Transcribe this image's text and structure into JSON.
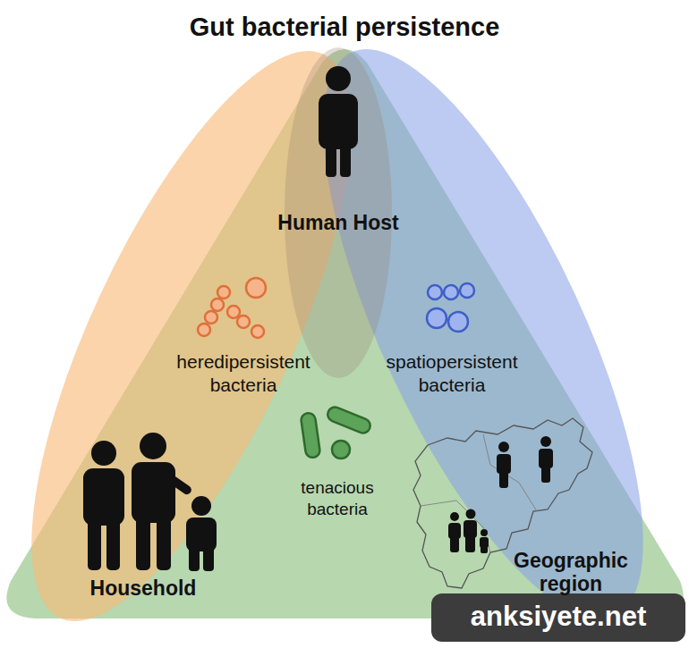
{
  "diagram": {
    "title": "Gut bacterial persistence",
    "nodes": [
      {
        "text": [
          "heredipersistent bacteria"
        ]
      },
      {
        "text": [
          "spatiopersistent bacteria"
        ]
      },
      {
        "text": [
          "tenacious bacteria"
        ]
      }
    ],
    "labels": [
      "Human Host",
      "Household",
      "Geographic region",
      "anksiyete.net"
    ]
  }
}
